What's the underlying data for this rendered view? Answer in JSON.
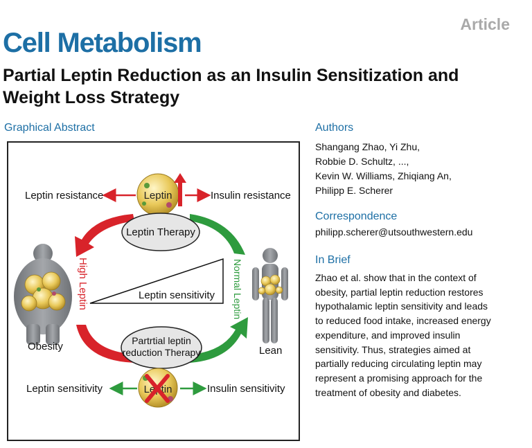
{
  "article_tag": "Article",
  "journal": "Cell Metabolism",
  "title": "Partial Leptin Reduction as an Insulin Sensitization and Weight Loss Strategy",
  "graphical_abstract": {
    "heading": "Graphical Abstract",
    "top": {
      "left_label": "Leptin resistance",
      "center_label": "Leptin",
      "right_label": "Insulin resistance"
    },
    "top_oval": "Leptin Therapy",
    "left_arc_label": "High Leptin",
    "right_arc_label": "Normal Leptin",
    "triangle_label": "Leptin sensitivity",
    "left_figure_label": "Obesity",
    "right_figure_label": "Lean",
    "bottom_oval_line1": "Partrtial leptin",
    "bottom_oval_line2": "reduction Therapy",
    "bottom": {
      "left_label": "Leptin sensitivity",
      "center_label": "Leptin",
      "right_label": "Insulin sensitivity"
    }
  },
  "authors": {
    "heading": "Authors",
    "lines": [
      "Shangang Zhao, Yi Zhu,",
      "Robbie D. Schultz, ...,",
      "Kevin W. Williams, Zhiqiang An,",
      "Philipp E. Scherer"
    ]
  },
  "correspondence": {
    "heading": "Correspondence",
    "email": "philipp.scherer@utsouthwestern.edu"
  },
  "in_brief": {
    "heading": "In Brief",
    "lines": [
      "Zhao et al. show that in the context of",
      "obesity, partial leptin reduction restores",
      "hypothalamic leptin sensitivity and leads",
      "to reduced food intake, increased energy",
      "expenditure, and improved insulin",
      "sensitivity. Thus, strategies aimed at",
      "partially reducing circulating leptin may",
      "represent a promising approach for the",
      "treatment of obesity and diabetes."
    ]
  },
  "colors": {
    "journal_blue": "#1d6fa5",
    "arrow_red": "#d8232a",
    "arrow_green": "#2e9b3e",
    "oval_gray": "#e6e6e6",
    "figure_gray": "#8a8d91",
    "cell_yellow": "#e9c95a"
  }
}
